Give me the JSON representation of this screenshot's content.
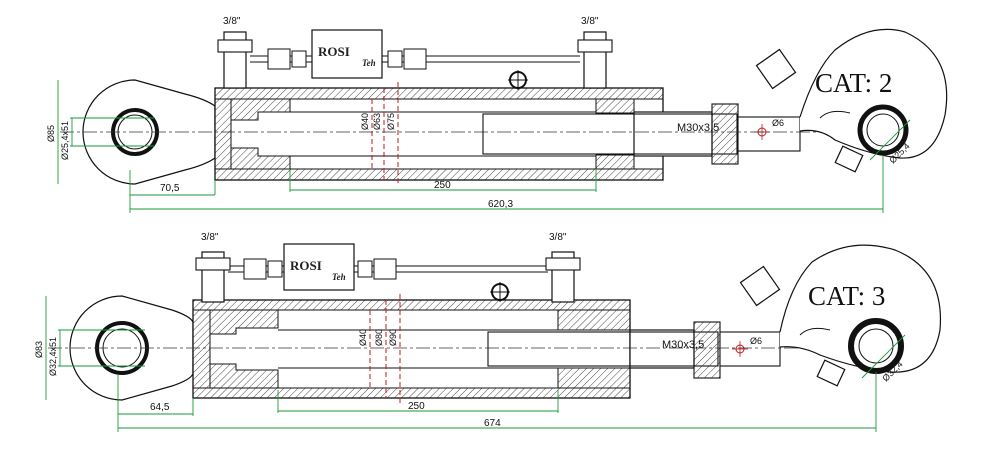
{
  "colors": {
    "dimension_line": "#1a9a3a",
    "hidden_line": "#c01818",
    "outline": "#111111",
    "hatch": "#333333"
  },
  "top_cylinder": {
    "fitting_left": "3/8\"",
    "fitting_right": "3/8\"",
    "brand": "ROSI",
    "brand_sub": "Teh",
    "category": "CAT: 2",
    "thread": "M30x3,5",
    "pin_hole": "Ø6",
    "eye_height": "Ø85",
    "eye_bore": "Ø25,4x51",
    "rod_dia": "Ø40",
    "bore_dia": "Ø63",
    "tube_dia": "Ø75",
    "hook_bore": "Ø25,4",
    "eye_offset": "70,5",
    "stroke": "250",
    "total_length": "620,3"
  },
  "bottom_cylinder": {
    "fitting_left": "3/8\"",
    "fitting_right": "3/8\"",
    "brand": "ROSI",
    "brand_sub": "Teh",
    "category": "CAT: 3",
    "thread": "M30x3,5",
    "pin_hole": "Ø6",
    "eye_height": "Ø83",
    "eye_bore": "Ø32,4x51",
    "rod_dia": "Ø40",
    "bore_dia": "Ø80",
    "tube_dia": "Ø90",
    "hook_bore": "Ø32,4",
    "eye_offset": "64,5",
    "stroke": "250",
    "total_length": "674"
  }
}
